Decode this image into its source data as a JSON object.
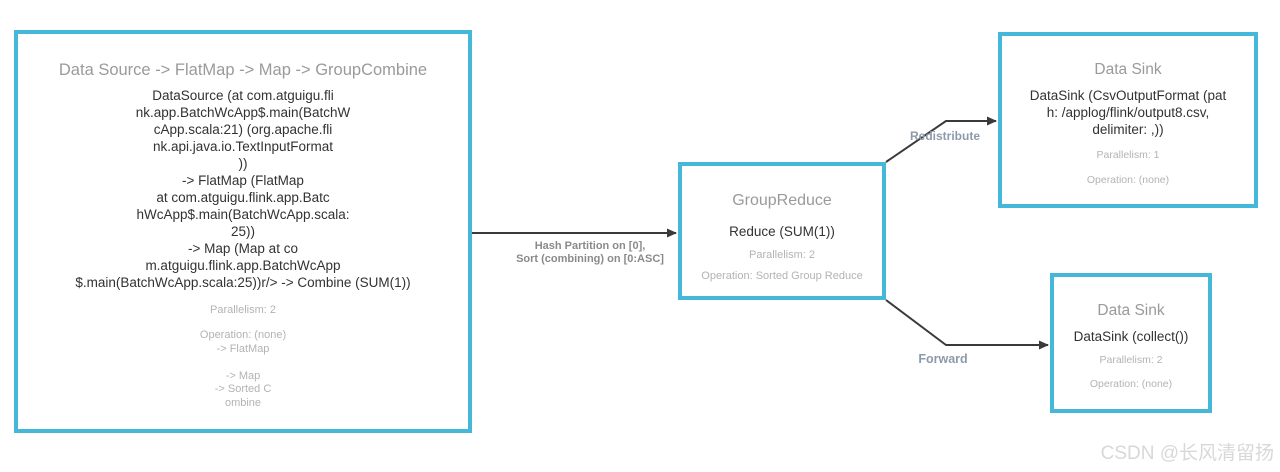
{
  "diagram": {
    "nodes": {
      "source": {
        "title": "Data Source -> FlatMap -> Map -> GroupCombine",
        "description": "DataSource (at com.atguigu.fli\nnk.app.BatchWcApp$.main(BatchW\ncApp.scala:21) (org.apache.fli\nnk.api.java.io.TextInputFormat\n))\n-> FlatMap (FlatMap\nat com.atguigu.flink.app.Batc\nhWcApp$.main(BatchWcApp.scala:\n25))\n-> Map (Map at co\nm.atguigu.flink.app.BatchWcApp\n$.main(BatchWcApp.scala:25))r/> -> Combine (SUM(1))",
        "parallelism": "Parallelism: 2",
        "operation": "Operation: (none)\n-> FlatMap\n\n-> Map\n-> Sorted C\nombine"
      },
      "group_reduce": {
        "title": "GroupReduce",
        "description": "Reduce (SUM(1))",
        "parallelism": "Parallelism: 2",
        "operation": "Operation: Sorted Group Reduce"
      },
      "sink_csv": {
        "title": "Data Sink",
        "description": "DataSink (CsvOutputFormat (pat\nh: /applog/flink/output8.csv,\ndelimiter: ,))",
        "parallelism": "Parallelism: 1",
        "operation": "Operation: (none)"
      },
      "sink_collect": {
        "title": "Data Sink",
        "description": "DataSink (collect())",
        "parallelism": "Parallelism: 2",
        "operation": "Operation: (none)"
      }
    },
    "edges": {
      "hash_partition": {
        "label": "Hash Partition on [0],\nSort (combining) on [0:ASC]"
      },
      "redistribute": {
        "label": "Redistribute"
      },
      "forward": {
        "label": "Forward"
      }
    },
    "colors": {
      "node_border": "#45b8da",
      "node_title": "#9a9a9a",
      "description_text": "#323232",
      "meta_text": "#b3b3b3",
      "edge_label": "#8a8a8a",
      "ship_strategy_label": "#8d9aab",
      "arrow": "#3a3a3a",
      "watermark": "#d8d8d8"
    }
  },
  "watermark": {
    "text": "CSDN @长风清留扬"
  }
}
